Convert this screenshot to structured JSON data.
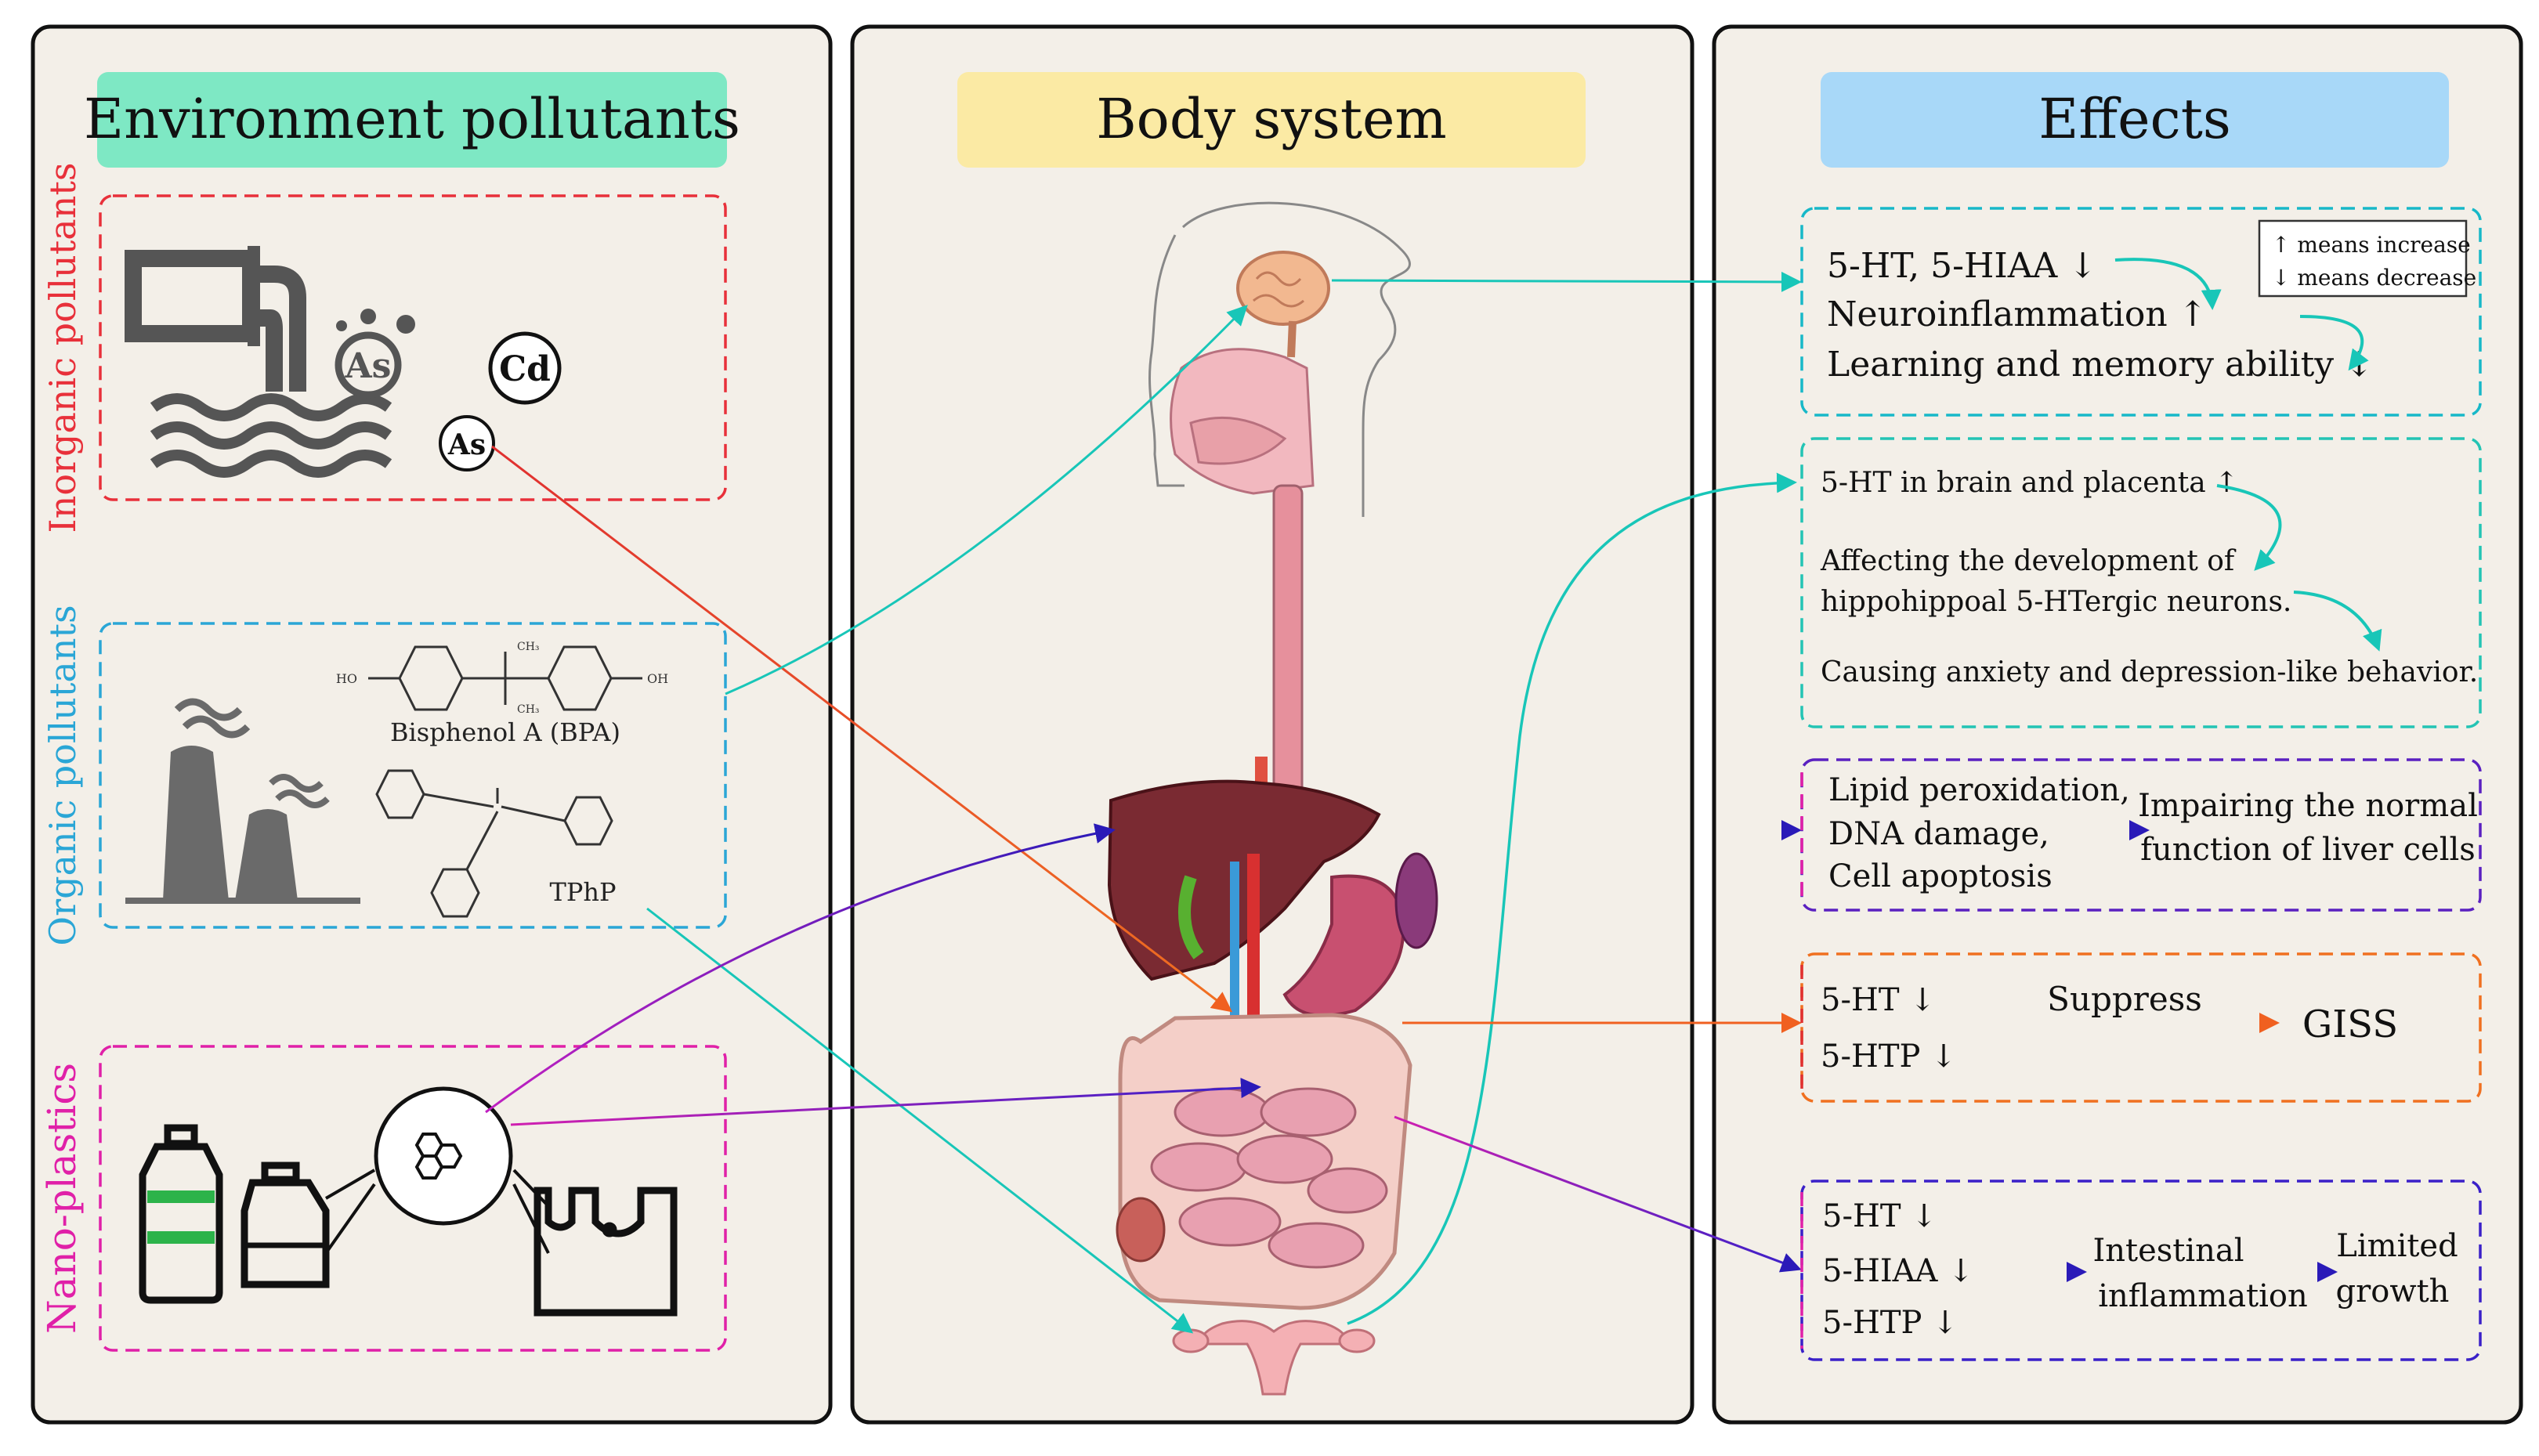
{
  "columns": {
    "pollutants": {
      "title": "Environment pollutants",
      "color": "#7ee8c4"
    },
    "body": {
      "title": "Body system",
      "color": "#fbeaa4"
    },
    "effects": {
      "title": "Effects",
      "color": "#a8d8f8"
    }
  },
  "groups": {
    "inorganic": {
      "label": "Inorganic pollutants",
      "color": "#e8303a",
      "chips": [
        "As",
        "Cd",
        "As"
      ]
    },
    "organic": {
      "label": "Organic pollutants",
      "color": "#2aa6d6",
      "bpa": "Bisphenol A (BPA)",
      "tphp": "TPhP",
      "ho": "HO",
      "oh": "OH",
      "ch3": "CH₃"
    },
    "nano": {
      "label": "Nano-plastics",
      "color": "#e020a8"
    }
  },
  "legend": {
    "up": "↑ means increase",
    "down": "↓ means decrease"
  },
  "effects": {
    "brain": {
      "lines": [
        "5-HT, 5-HIAA ↓",
        "Neuroinflammation ↑",
        "Learning and memory ability ↓"
      ],
      "border": "#17b8c8"
    },
    "development": {
      "lines": [
        "5-HT in brain and placenta ↑",
        "Affecting the development of",
        "hippohippoal 5-HTergic neurons.",
        "Causing anxiety and depression-like behavior."
      ],
      "border": "#23c4b4"
    },
    "liver": {
      "left": [
        "Lipid peroxidation,",
        "DNA damage,",
        "Cell apoptosis"
      ],
      "right": [
        "Impairing the normal",
        "function of liver cells"
      ]
    },
    "gut": {
      "a": "5-HT ↓",
      "b": "5-HTP ↓",
      "suppress": "Suppress",
      "result": "GISS"
    },
    "intestine": {
      "a": "5-HT ↓",
      "b": "5-HIAA ↓",
      "c": "5-HTP ↓",
      "mid": [
        "Intestinal",
        "inflammation"
      ],
      "end": [
        "Limited",
        "growth"
      ]
    }
  }
}
